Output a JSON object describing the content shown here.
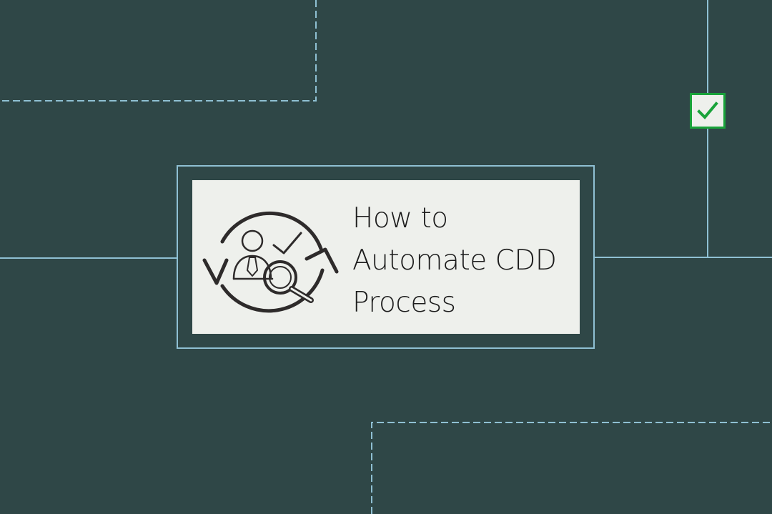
{
  "card": {
    "title_lines": [
      "How to",
      "Automate CDD",
      "Process"
    ]
  },
  "icons": {
    "card_icon": "automated-customer-review-icon",
    "badge_icon": "checkmark-icon"
  },
  "colors": {
    "background": "#2f4747",
    "connector_line": "#8fc0d3",
    "card_background": "#eef0ec",
    "card_text": "#1c1c1c",
    "icon_stroke": "#2e2b2b",
    "badge_fill": "#eef0ec",
    "badge_border": "#19a33a",
    "badge_check": "#19a33a"
  }
}
